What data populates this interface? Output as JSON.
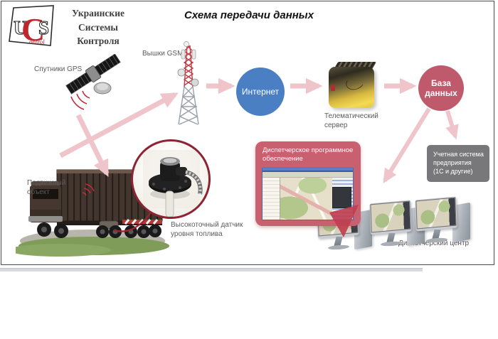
{
  "header": {
    "title": "Схема передачи данных",
    "logo": {
      "letter_u": "U",
      "letter_c": "C",
      "letter_s": "S",
      "sub_text": "ontrol",
      "company_lines": [
        "Украинские",
        "Системы",
        "Контроля"
      ]
    }
  },
  "nodes": {
    "gps_satellite": {
      "label": "Спутники GPS"
    },
    "gsm_tower": {
      "label": "Вышки GSM"
    },
    "internet": {
      "label": "Интернет",
      "color": "#4a80c3"
    },
    "telematic_server": {
      "line1": "Телематический",
      "line2": "сервер"
    },
    "database": {
      "line1": "База",
      "line2": "данных",
      "color": "#bf5a6d"
    },
    "accounting_system": {
      "line1": "Учетная система",
      "line2": "предприятия",
      "line3": "(1С и другие)",
      "color": "#78787b"
    },
    "dispatch_software": {
      "label": "Диспетчерское программное обеспечение",
      "color": "#c96070"
    },
    "mobile_object": {
      "line1": "Подвижный",
      "line2": "объект"
    },
    "fuel_sensor": {
      "line1": "Высокоточный датчик",
      "line2": "уровня топлива"
    },
    "dispatch_center": {
      "label": "Диспетчерский центр"
    }
  },
  "colors": {
    "arrow_pink": "#efc5cb",
    "accent_red": "#9b2433",
    "frame_border": "#4b4b4d",
    "logo_red": "#c0272d"
  }
}
